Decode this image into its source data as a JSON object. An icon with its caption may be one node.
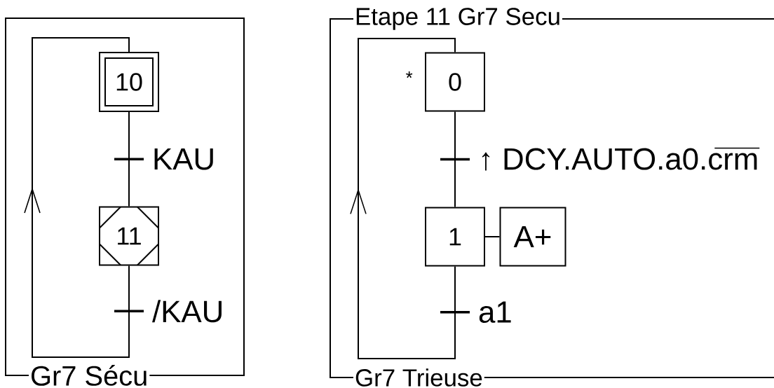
{
  "diagram": {
    "nodes": [
      {
        "text": [
          "Gr7 Sécu"
        ]
      },
      {
        "text": [
          "10"
        ],
        "in": 0
      },
      {
        "text": [
          "11"
        ],
        "in": 0
      },
      {
        "text": [
          "Etape 11 Gr7 Secu",
          "Gr7 Trieuse"
        ]
      },
      {
        "text": [
          "0"
        ],
        "in": 3,
        "beside": [
          "*"
        ]
      },
      {
        "text": [
          "1"
        ],
        "in": 3
      },
      {
        "text": [
          "A+"
        ],
        "in": 3
      }
    ],
    "edges": [
      {
        "from": 1,
        "to": 2,
        "arrow": "none",
        "label": "KAU"
      },
      {
        "from": 2,
        "to": 1,
        "arrow": "to",
        "label": "/KAU"
      },
      {
        "from": 4,
        "to": 5,
        "arrow": "none",
        "label": "↑ DCY.AUTO.a0.crm"
      },
      {
        "from": 5,
        "to": 4,
        "arrow": "to",
        "label": "a1"
      },
      {
        "from": 5,
        "to": 6,
        "arrow": "none"
      }
    ]
  }
}
